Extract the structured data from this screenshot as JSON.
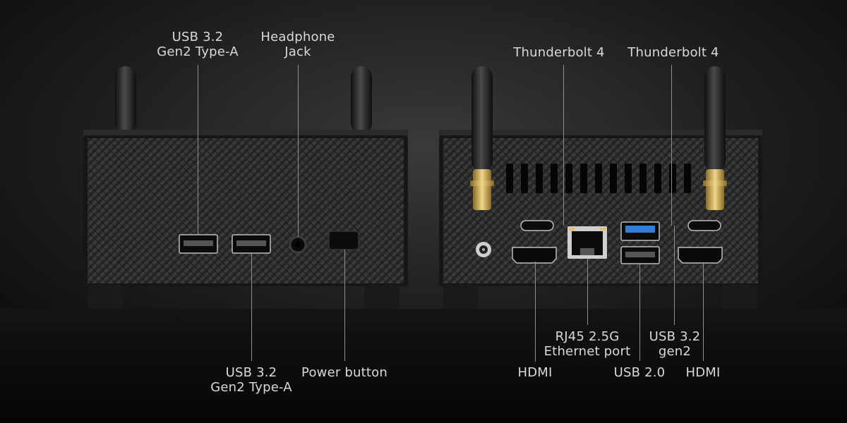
{
  "left_panel": {
    "usb_top_label": [
      "USB 3.2",
      "Gen2 Type-A"
    ],
    "headphone_label": [
      "Headphone",
      "Jack"
    ],
    "usb_bottom_label": [
      "USB 3.2",
      "Gen2 Type-A"
    ],
    "power_label": "Power button"
  },
  "right_panel": {
    "tb4_left_label": "Thunderbolt 4",
    "tb4_right_label": "Thunderbolt 4",
    "hdmi_left_label": "HDMI",
    "rj45_label": [
      "RJ45 2.5G",
      "Ethernet port"
    ],
    "usb20_label": "USB 2.0",
    "usb32_label": [
      "USB 3.2",
      "gen2"
    ],
    "hdmi_right_label": "HDMI"
  },
  "colors": {
    "background": "#111111",
    "chassis": "#1c1c1c",
    "usb3_blue": "#2f7fd8",
    "antenna_gold": "#c9a44a",
    "label_text": "#d9d9d9"
  }
}
